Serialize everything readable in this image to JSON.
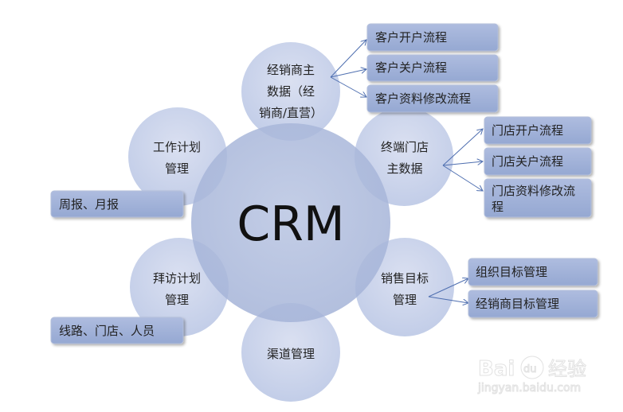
{
  "center": {
    "label": "CRM"
  },
  "nodes": {
    "dealer": {
      "lines": [
        "经销商主",
        "数据（经",
        "销商/直营）"
      ],
      "children": [
        "客户开户流程",
        "客户关户流程",
        "客户资料修改流程"
      ]
    },
    "store": {
      "lines": [
        "终端门店",
        "主数据"
      ],
      "children": [
        "门店开户流程",
        "门店关户流程",
        "门店资料修改流",
        "程"
      ]
    },
    "sales": {
      "lines": [
        "销售目标",
        "管理"
      ],
      "children": [
        "组织目标管理",
        "经销商目标管理"
      ]
    },
    "channel": {
      "lines": [
        "渠道管理"
      ]
    },
    "visit": {
      "lines": [
        "拜访计划",
        "管理"
      ],
      "children": [
        "线路、门店、人员"
      ]
    },
    "work": {
      "lines": [
        "工作计划",
        "管理"
      ],
      "children": [
        "周报、月报"
      ]
    }
  },
  "watermark": {
    "logo": "Baidu经验",
    "url": "jingyan.baidu.com"
  },
  "colors": {
    "center": "#a9b7da",
    "satellite": "#c9d3ea",
    "box": "#9eafd6",
    "arrow": "#4f6fb0"
  }
}
